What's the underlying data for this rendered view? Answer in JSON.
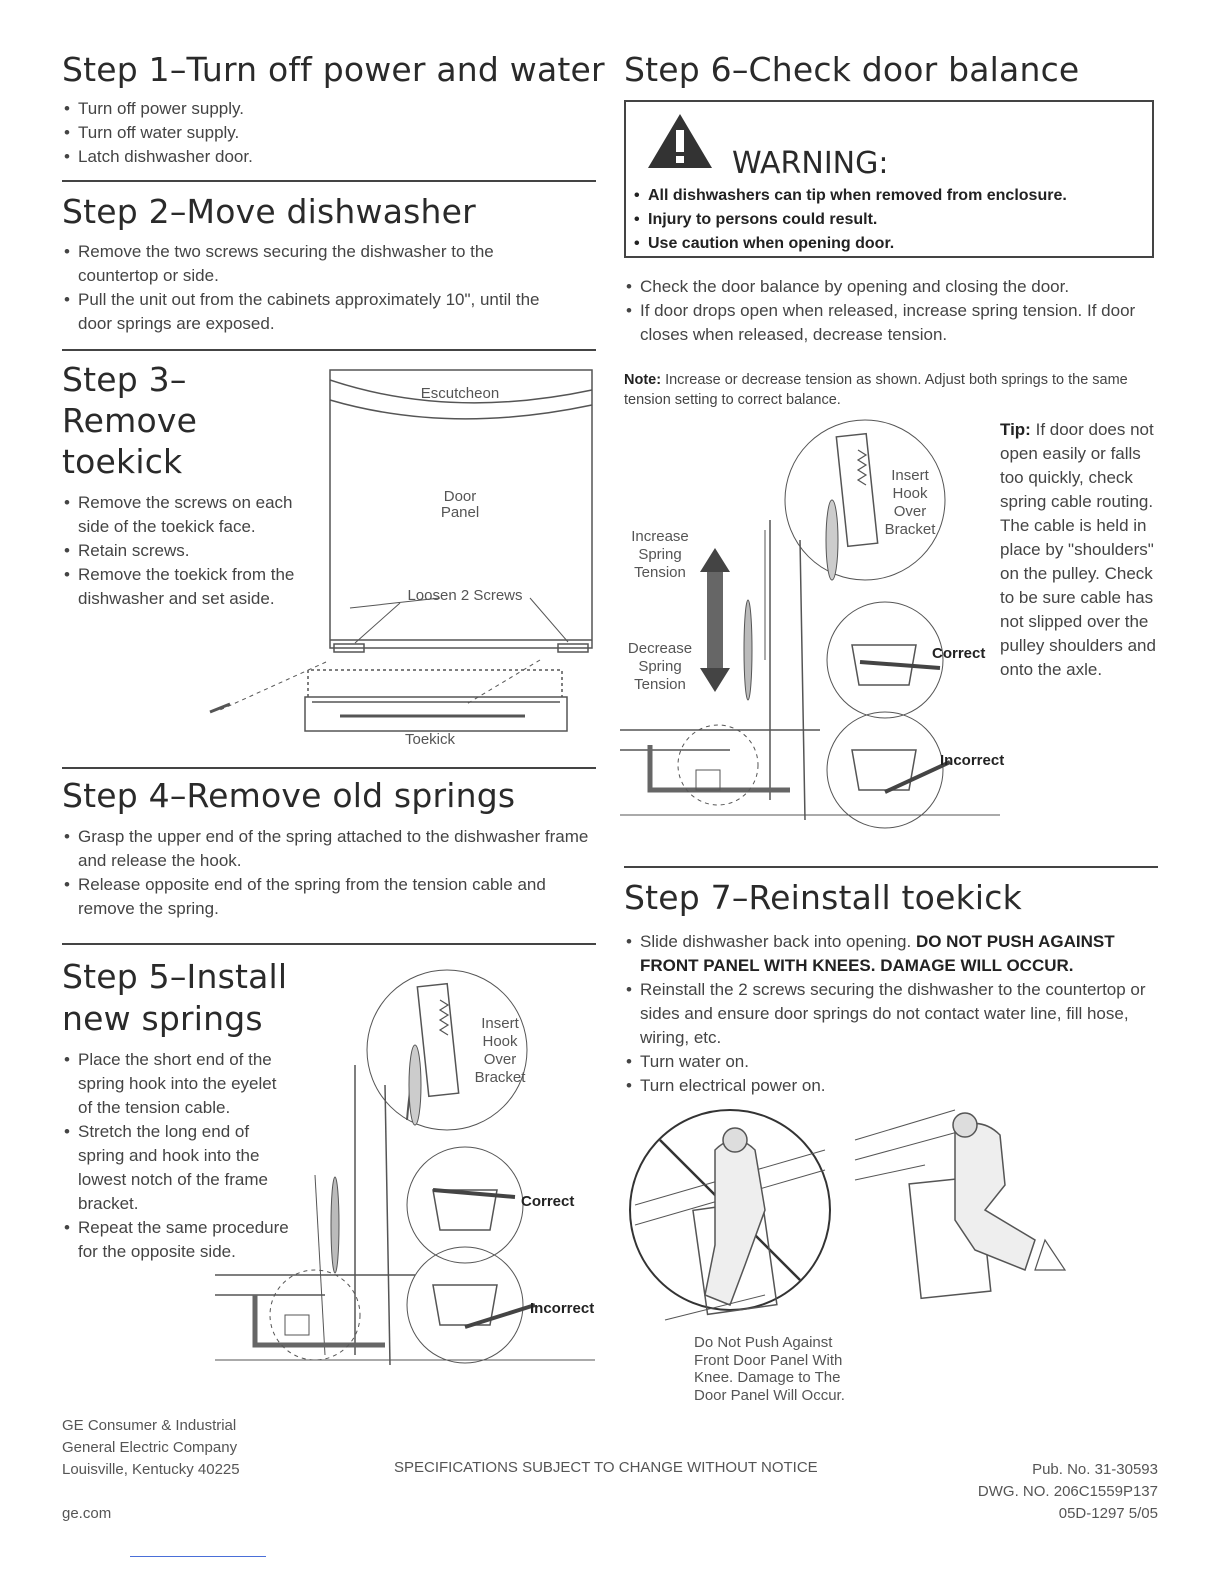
{
  "step1": {
    "title": "Step 1–Turn off power and water",
    "bullets": [
      "Turn off power supply.",
      "Turn off water supply.",
      "Latch dishwasher door."
    ]
  },
  "step2": {
    "title": "Step 2–Move dishwasher",
    "bullets": [
      "Remove the two screws securing the dishwasher to the countertop or side.",
      "Pull the unit out from the cabinets approximately 10\", until the door springs are exposed."
    ]
  },
  "step3": {
    "title_line1": "Step 3–",
    "title_line2": "Remove",
    "title_line3": "toekick",
    "bullets": [
      "Remove the screws on each side of the toekick face.",
      "Retain screws.",
      "Remove the toekick from the dishwasher and set aside."
    ],
    "figure": {
      "escutcheon": "Escutcheon",
      "door_panel_1": "Door",
      "door_panel_2": "Panel",
      "loosen": "Loosen 2 Screws",
      "toekick": "Toekick"
    }
  },
  "step4": {
    "title": "Step 4–Remove old springs",
    "bullets": [
      "Grasp the upper end of the spring attached to the dishwasher frame and release the hook.",
      "Release opposite end of the spring from the tension cable and remove the spring."
    ]
  },
  "step5": {
    "title_line1": "Step 5–Install",
    "title_line2": "new springs",
    "bullets": [
      "Place the short end of the spring hook into the eyelet of the tension cable.",
      "Stretch the long end of spring and hook into the lowest notch of the frame bracket.",
      "Repeat the same procedure for the opposite side."
    ],
    "figure": {
      "insert_1": "Insert",
      "insert_2": "Hook",
      "insert_3": "Over",
      "insert_4": "Bracket",
      "correct": "Correct",
      "incorrect": "Incorrect"
    }
  },
  "step6": {
    "title": "Step 6–Check door balance",
    "warning_heading": "WARNING:",
    "warning_bullets": [
      "All dishwashers can tip when removed from enclosure.",
      "Injury to persons could result.",
      "Use caution when opening door."
    ],
    "bullets": [
      "Check the door balance by opening and closing the door.",
      "If door drops open when released, increase spring tension. If door closes when released, decrease tension."
    ],
    "note_label": "Note:",
    "note_text": "Increase or decrease tension as shown. Adjust both springs to the same tension setting to correct balance.",
    "tip_label": "Tip:",
    "tip_text": "If door does not open easily or falls too quickly, check spring cable routing. The cable is held in place by \"shoulders\" on the pulley. Check to be sure cable has not slipped over the pulley shoulders and onto the axle.",
    "figure": {
      "increase_1": "Increase",
      "increase_2": "Spring",
      "increase_3": "Tension",
      "decrease_1": "Decrease",
      "decrease_2": "Spring",
      "decrease_3": "Tension",
      "insert_1": "Insert",
      "insert_2": "Hook",
      "insert_3": "Over",
      "insert_4": "Bracket",
      "correct": "Correct",
      "incorrect": "Incorrect"
    }
  },
  "step7": {
    "title": "Step 7–Reinstall toekick",
    "bullet1_normal": "Slide dishwasher back into opening. ",
    "bullet1_bold": "DO NOT PUSH AGAINST FRONT PANEL WITH KNEES. DAMAGE WILL OCCUR.",
    "bullets": [
      "Reinstall the 2 screws securing the dishwasher to the countertop or sides and ensure door springs do not contact water line, fill hose, wiring, etc.",
      "Turn water on.",
      "Turn electrical power on."
    ],
    "caption_1": "Do Not Push Against",
    "caption_2": "Front Door Panel With",
    "caption_3": "Knee. Damage to The",
    "caption_4": "Door Panel Will Occur."
  },
  "footer": {
    "company_1": "GE Consumer & Industrial",
    "company_2": "General Electric Company",
    "company_3": "Louisville, Kentucky 40225",
    "website": "ge.com",
    "notice": "SPECIFICATIONS SUBJECT TO CHANGE WITHOUT NOTICE",
    "pub": "Pub. No. 31-30593",
    "dwg": "DWG. NO. 206C1559P137",
    "code": "05D-1297 5/05"
  }
}
